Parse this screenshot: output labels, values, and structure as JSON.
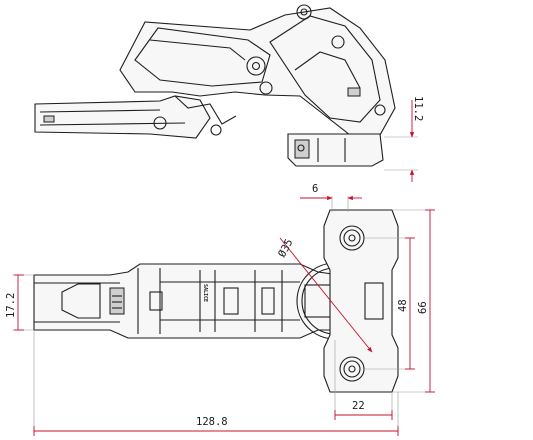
{
  "dimensions": {
    "side_view_height": "11.2",
    "cup_offset": "6",
    "cup_diameter": "Ø35",
    "overall_length": "128.8",
    "arm_thickness": "17.2",
    "plate_hole_spacing": "48",
    "plate_height": "66",
    "cup_distance": "22"
  },
  "brand_mark": "SALICE",
  "colors": {
    "dimension_line": "#c8102e",
    "outline": "#1e1e1e"
  }
}
